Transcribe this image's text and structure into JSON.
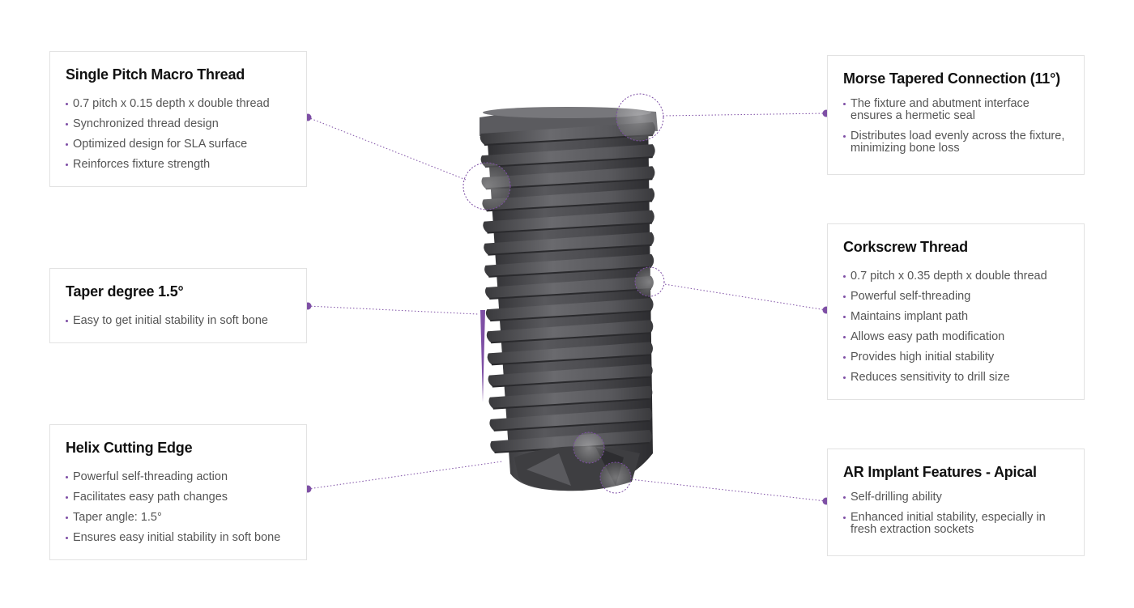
{
  "cards": {
    "macro": {
      "title": "Single Pitch Macro Thread",
      "items": [
        "0.7 pitch x 0.15 depth x double thread",
        "Synchronized thread design",
        "Optimized design for SLA surface",
        "Reinforces fixture strength"
      ]
    },
    "taper": {
      "title": "Taper degree 1.5°",
      "items": [
        "Easy to get initial stability in soft bone"
      ]
    },
    "helix": {
      "title": "Helix Cutting Edge",
      "items": [
        "Powerful self-threading action",
        "Facilitates easy path changes",
        "Taper angle: 1.5°",
        "Ensures easy initial stability in soft bone"
      ]
    },
    "morse": {
      "title": "Morse Tapered Connection (11°)",
      "items": [
        "The fixture and abutment interface ensures  a hermetic seal",
        "Distributes load evenly across the fixture,  minimizing bone loss"
      ]
    },
    "corkscrew": {
      "title": "Corkscrew Thread",
      "items": [
        "0.7 pitch x 0.35 depth x double thread",
        "Powerful self-threading",
        "Maintains implant path",
        "Allows easy path modification",
        "Provides high initial stability",
        "Reduces sensitivity to drill size"
      ]
    },
    "apical": {
      "title": "AR Implant Features - Apical",
      "items": [
        "Self-drilling ability",
        "Enhanced initial stability, especially in fresh  extraction sockets"
      ]
    }
  },
  "colors": {
    "accent": "#7e4fa5",
    "implant": "#4a4a4d",
    "border": "#e2e2e2"
  }
}
